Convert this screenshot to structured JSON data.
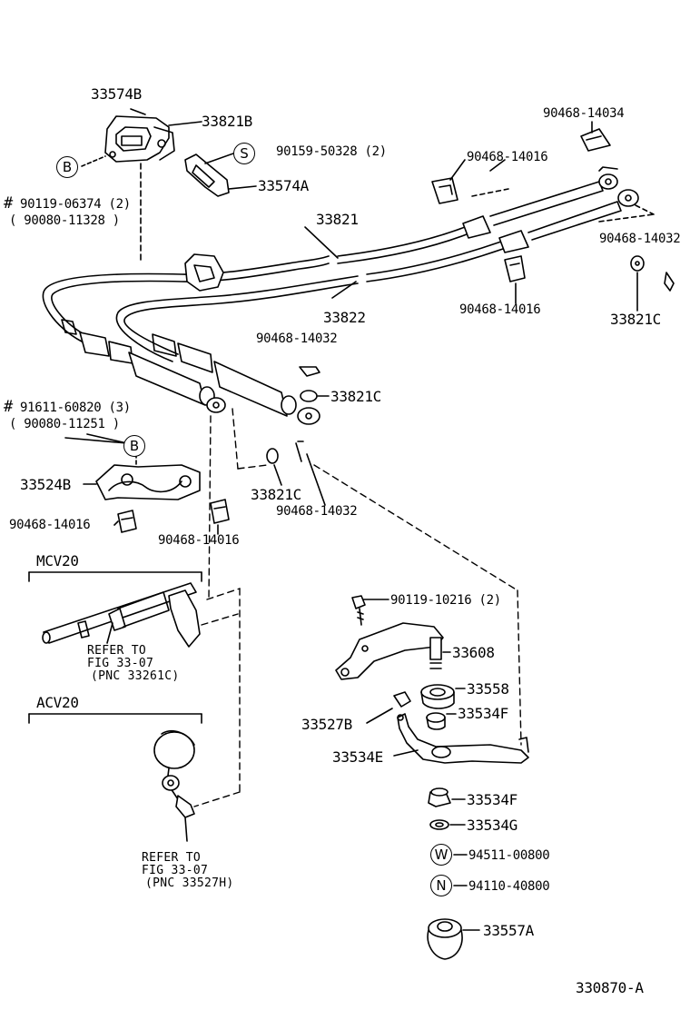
{
  "callouts": {
    "p33574B": "33574B",
    "p33821B": "33821B",
    "p90159": "90159-50328 (2)",
    "p33574A": "33574A",
    "p90119_06374": "90119-06374 (2)",
    "p90080_11328": "( 90080-11328 )",
    "p33821": "33821",
    "p33822": "33822",
    "p90468_14034": "90468-14034",
    "p90468_14016_top": "90468-14016",
    "p90468_14032_right": "90468-14032",
    "p90468_14016_mid": "90468-14016",
    "p33821C_right": "33821C",
    "p90468_14032_mid": "90468-14032",
    "p33821C_mid": "33821C",
    "p91611": "91611-60820 (3)",
    "p90080_11251": "( 90080-11251 )",
    "p33524B": "33524B",
    "p90468_14016_left": "90468-14016",
    "p90468_14016_center": "90468-14016",
    "p33821C_low": "33821C",
    "p90468_14032_low": "90468-14032",
    "p90119_10216": "90119-10216 (2)",
    "p33608": "33608",
    "p33558": "33558",
    "p33527B": "33527B",
    "p33534F_a": "33534F",
    "p33534E": "33534E",
    "p33534F_b": "33534F",
    "p33534G": "33534G",
    "p94511": "94511-00800",
    "p94110": "94110-40800",
    "p33557A": "33557A"
  },
  "markers": {
    "hash1": "#",
    "hash2": "#",
    "b_top": "B",
    "b_mid": "B",
    "s": "S",
    "w": "W",
    "n": "N"
  },
  "sections": {
    "mcv20": "MCV20",
    "acv20": "ACV20"
  },
  "notes": {
    "mcv_line1": "REFER TO",
    "mcv_line2": "FIG 33-07",
    "mcv_line3": "(PNC 33261C)",
    "acv_line1": "REFER TO",
    "acv_line2": "FIG 33-07",
    "acv_line3": "(PNC 33527H)"
  },
  "figure_id": "330870-A"
}
